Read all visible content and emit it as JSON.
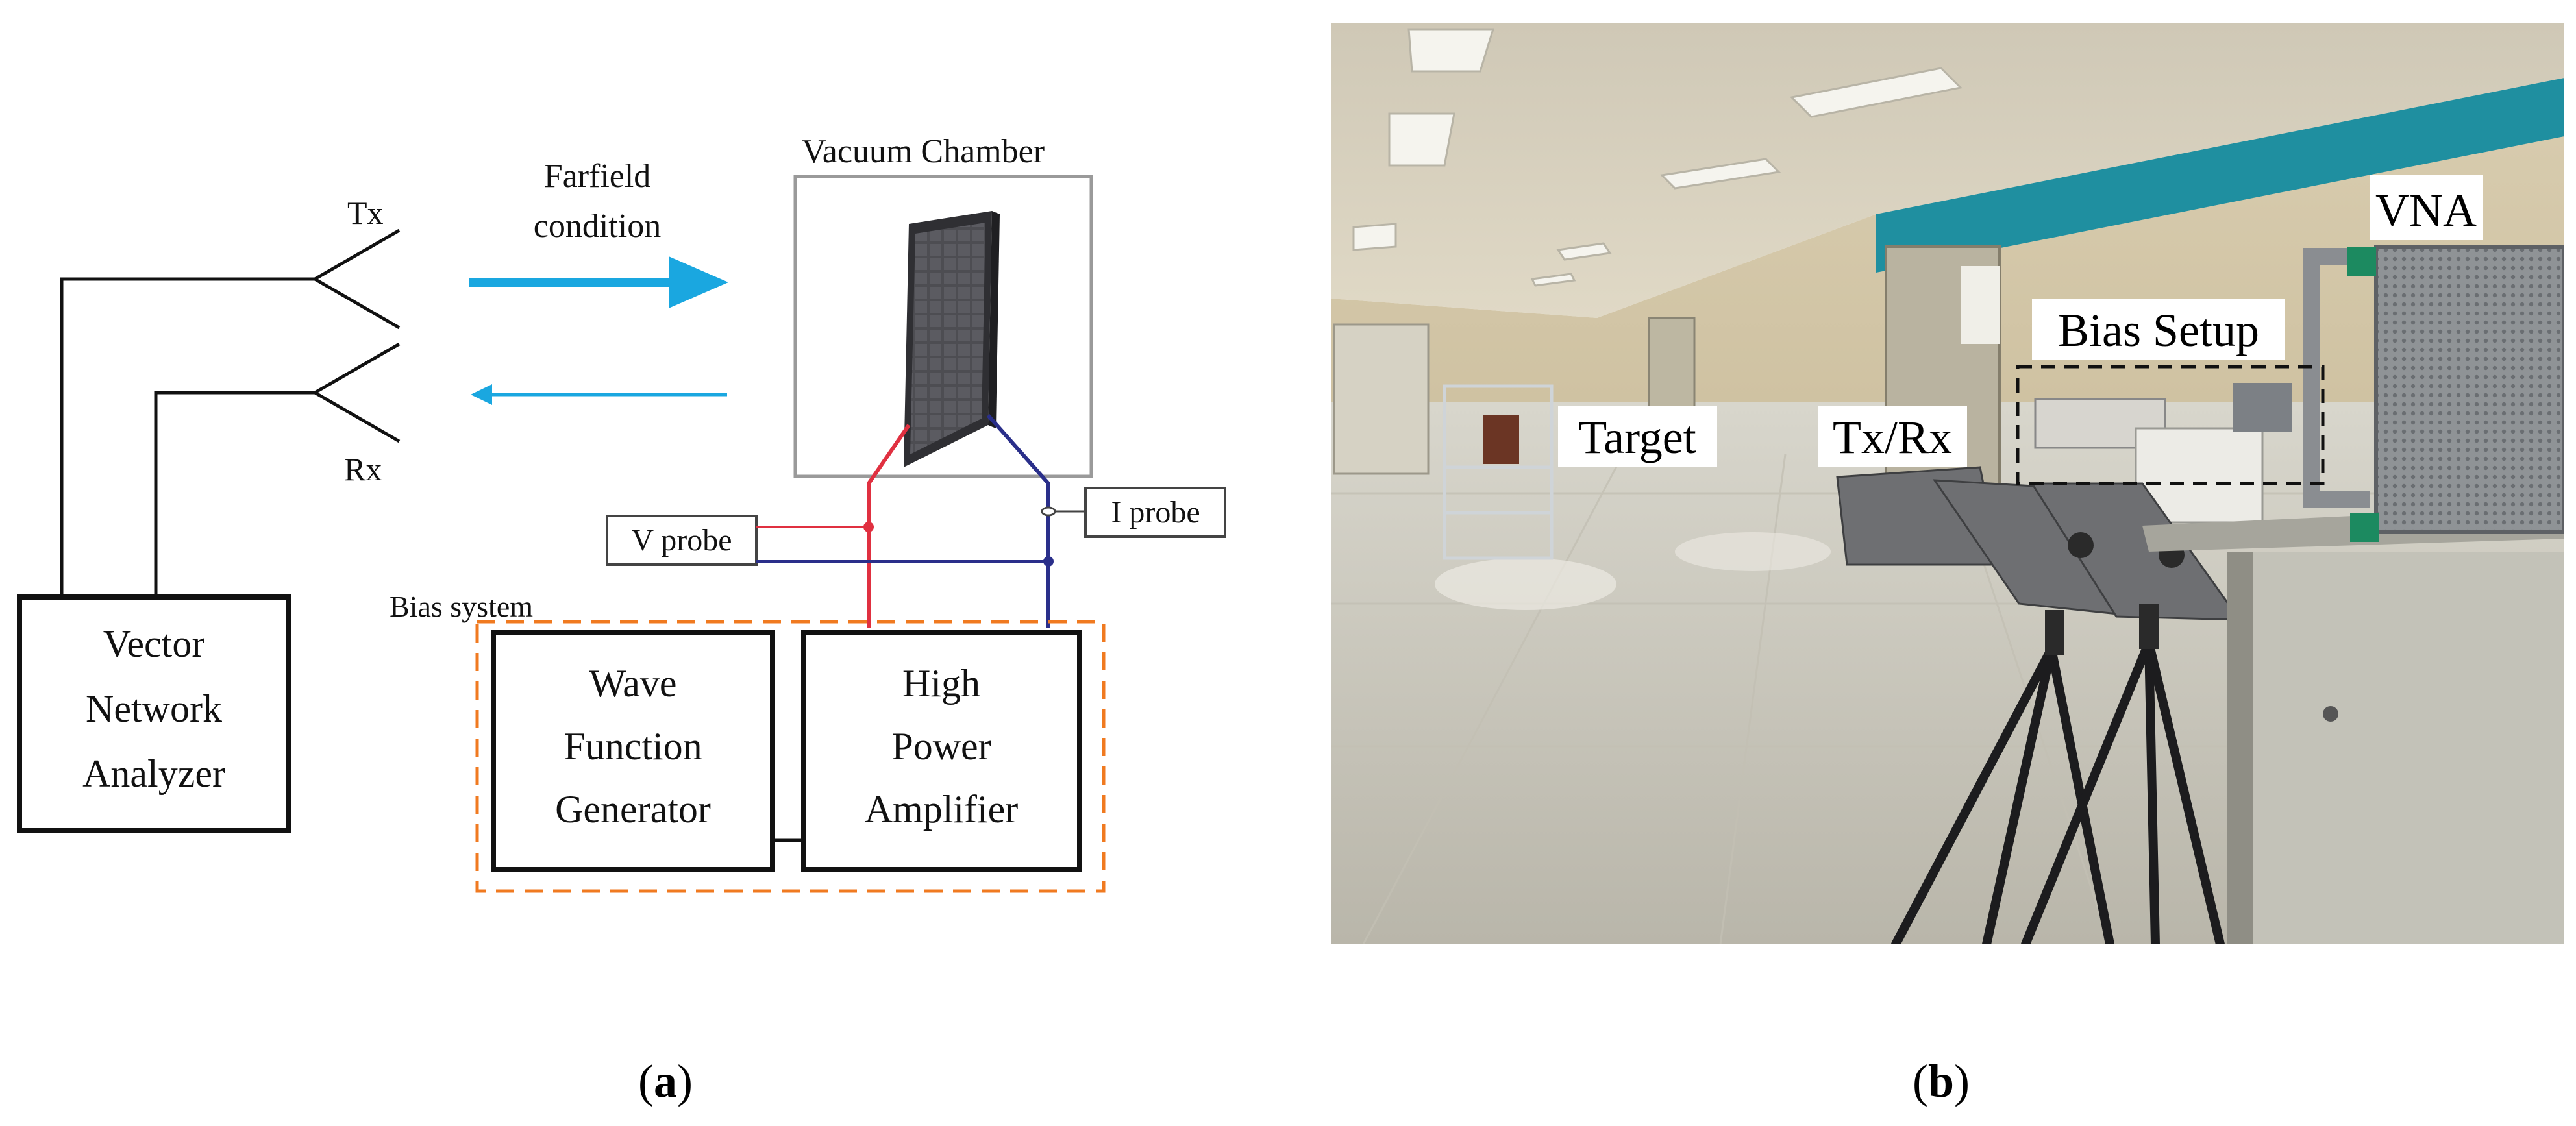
{
  "diagram": {
    "labels": {
      "farfield_line1": "Farfield",
      "farfield_line2": "condition",
      "tx": "Tx",
      "rx": "Rx",
      "vacuum_chamber": "Vacuum Chamber",
      "v_probe": "V probe",
      "i_probe": "I probe",
      "bias_system": "Bias system"
    },
    "boxes": {
      "vna": [
        "Vector",
        "Network",
        "Analyzer"
      ],
      "wfg": [
        "Wave",
        "Function",
        "Generator"
      ],
      "hpa": [
        "High",
        "Power",
        "Amplifier"
      ]
    },
    "colors": {
      "arrow": "#1aa7e0",
      "positive_wire": "#e03040",
      "negative_wire": "#2a2f8a",
      "bias_border": "#f07a20"
    }
  },
  "photo": {
    "labels": {
      "vna": "VNA",
      "bias_setup": "Bias Setup",
      "target": "Target",
      "txrx": "Tx/Rx"
    }
  },
  "captions": {
    "a": "a",
    "b": "b"
  }
}
